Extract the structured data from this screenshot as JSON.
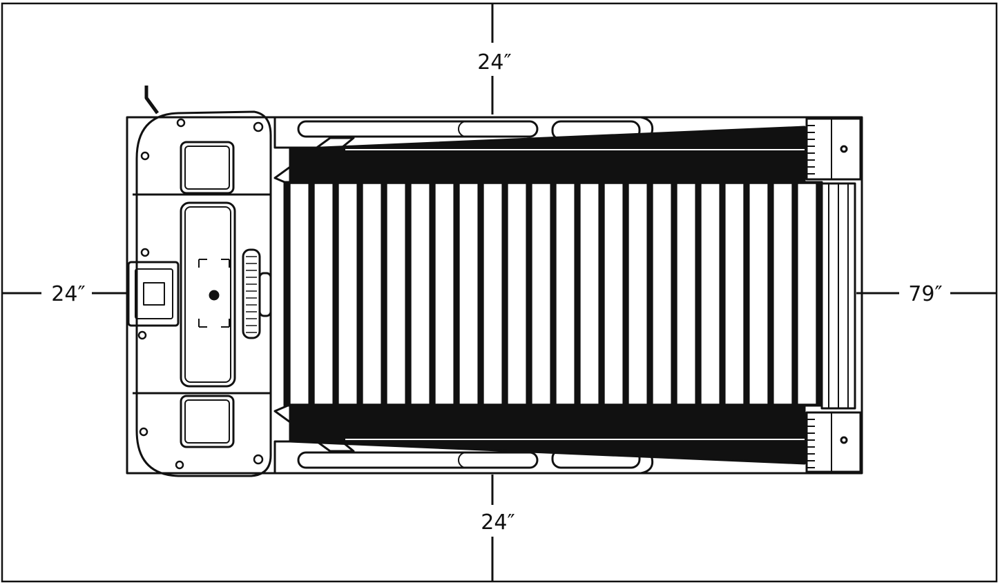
{
  "clearances": {
    "top": "24″",
    "bottom": "24″",
    "left": "24″",
    "right": "79″"
  },
  "treadmill": {
    "slat_count": 22
  },
  "colors": {
    "ink": "#111111",
    "paper": "#ffffff"
  }
}
